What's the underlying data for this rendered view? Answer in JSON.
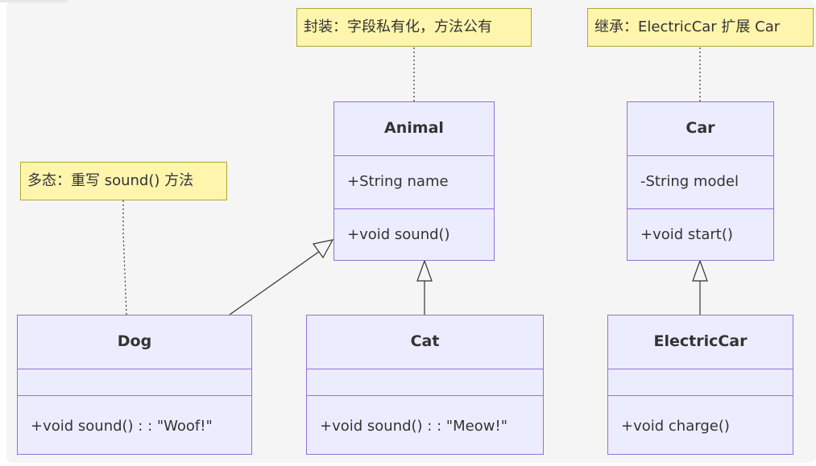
{
  "diagram": {
    "type": "uml-class-diagram",
    "colors": {
      "class_fill": "#ececff",
      "class_border": "#9370db",
      "note_fill": "#fff5ad",
      "note_border": "#aaaa33",
      "line": "#333333"
    },
    "notes": {
      "encapsulation": "封装：字段私有化，方法公有",
      "inheritance": "继承：ElectricCar 扩展 Car",
      "polymorphism": "多态：重写 sound() 方法"
    },
    "classes": {
      "animal": {
        "name": "Animal",
        "attributes": [
          "+String name"
        ],
        "methods": [
          "+void sound()"
        ]
      },
      "car": {
        "name": "Car",
        "attributes": [
          "-String model"
        ],
        "methods": [
          "+void start()"
        ]
      },
      "dog": {
        "name": "Dog",
        "attributes": [],
        "methods": [
          "+void sound() : : \"Woof!\""
        ]
      },
      "cat": {
        "name": "Cat",
        "attributes": [],
        "methods": [
          "+void sound() : : \"Meow!\""
        ]
      },
      "electric_car": {
        "name": "ElectricCar",
        "attributes": [],
        "methods": [
          "+void charge()"
        ]
      }
    },
    "relations": [
      {
        "from": "Dog",
        "to": "Animal",
        "kind": "inheritance"
      },
      {
        "from": "Cat",
        "to": "Animal",
        "kind": "inheritance"
      },
      {
        "from": "ElectricCar",
        "to": "Car",
        "kind": "inheritance"
      }
    ]
  }
}
